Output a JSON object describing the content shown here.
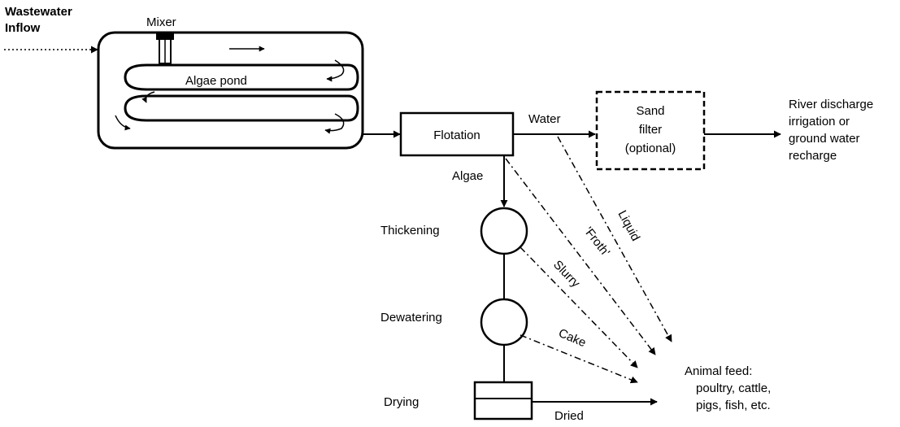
{
  "labels": {
    "wastewater_inflow_line1": "Wastewater",
    "wastewater_inflow_line2": "Inflow",
    "mixer": "Mixer",
    "algae_pond": "Algae pond",
    "flotation": "Flotation",
    "water": "Water",
    "sand_filter_line1": "Sand",
    "sand_filter_line2": "filter",
    "sand_filter_line3": "(optional)",
    "river_line1": "River discharge",
    "river_line2": "irrigation or",
    "river_line3": "ground water",
    "river_line4": "recharge",
    "algae": "Algae",
    "thickening": "Thickening",
    "dewatering": "Dewatering",
    "drying": "Drying",
    "dried": "Dried",
    "liquid": "Liquid",
    "froth": "'Froth'",
    "slurry": "Slurry",
    "cake": "Cake",
    "animal_feed_line1": "Animal feed:",
    "animal_feed_line2": "poultry, cattle,",
    "animal_feed_line3": "pigs, fish, etc."
  }
}
